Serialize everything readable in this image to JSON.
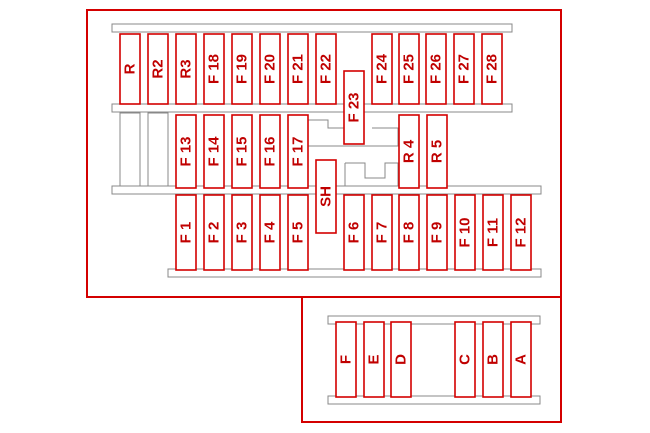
{
  "colors": {
    "outline": "#d40000",
    "label": "#c00000",
    "rail": "#888888",
    "background": "#ffffff"
  },
  "fuses_top_row": [
    "R",
    "R2",
    "R3",
    "F 18",
    "F 19",
    "F 20",
    "F 21",
    "F 22",
    "F 23",
    "F 24",
    "F 25",
    "F 26",
    "F 27",
    "F 28"
  ],
  "fuses_middle_row": [
    "F 13",
    "F 14",
    "F 15",
    "F 16",
    "F 17",
    "SH",
    "R 4",
    "R 5"
  ],
  "fuses_bottom_row": [
    "F 1",
    "F 2",
    "F 3",
    "F 4",
    "F 5",
    "F 6",
    "F 7",
    "F 8",
    "F 9",
    "F 10",
    "F 11",
    "F 12"
  ],
  "fuses_secondary_box": [
    "F",
    "E",
    "D",
    "C",
    "B",
    "A"
  ]
}
